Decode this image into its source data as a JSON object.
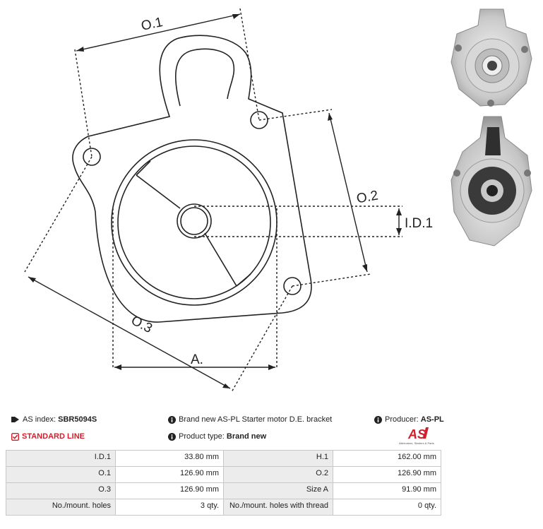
{
  "diagram": {
    "labels": {
      "o1": "O.1",
      "o2": "O.2",
      "o3": "O.3",
      "a": "A.",
      "id1": "I.D.1"
    }
  },
  "photos": {
    "top": "bracket-photo-front",
    "bottom": "bracket-photo-rear"
  },
  "info": {
    "as_index_label": "AS index:",
    "as_index_value": "SBR5094S",
    "line_label": "STANDARD LINE",
    "description": "Brand new AS-PL Starter motor D.E. bracket",
    "product_type_label": "Product type:",
    "product_type_value": "Brand new",
    "producer_label": "Producer:",
    "producer_value": "AS-PL",
    "logo_text": "AS",
    "logo_tagline": "Alternators, Starters & Parts"
  },
  "specs": [
    {
      "l1": "I.D.1",
      "v1": "33.80 mm",
      "l2": "H.1",
      "v2": "162.00 mm"
    },
    {
      "l1": "O.1",
      "v1": "126.90 mm",
      "l2": "O.2",
      "v2": "126.90 mm"
    },
    {
      "l1": "O.3",
      "v1": "126.90 mm",
      "l2": "Size A",
      "v2": "91.90 mm"
    },
    {
      "l1": "No./mount. holes",
      "v1": "3 qty.",
      "l2": "No./mount. holes with thread",
      "v2": "0 qty."
    }
  ],
  "colors": {
    "accent": "#d21f2b",
    "header_bg": "#ececec"
  },
  "icons": [
    "tag-icon",
    "check-square-icon",
    "info-icon"
  ]
}
